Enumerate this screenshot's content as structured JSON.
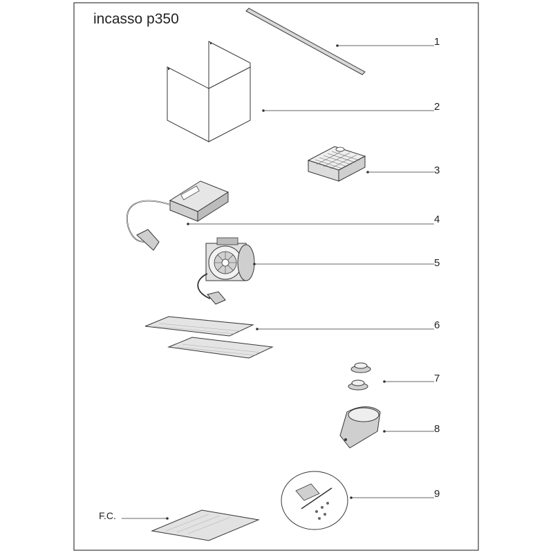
{
  "document": {
    "title": "incasso p350",
    "part_numbers": [
      "1",
      "2",
      "3",
      "4",
      "5",
      "6",
      "7",
      "8",
      "9"
    ],
    "fc_label": "F.C."
  },
  "colors": {
    "line": "#333333",
    "frame": "#3a3a3a",
    "part_fill": "#e6e6e6",
    "part_dark": "#9a9a9a"
  }
}
